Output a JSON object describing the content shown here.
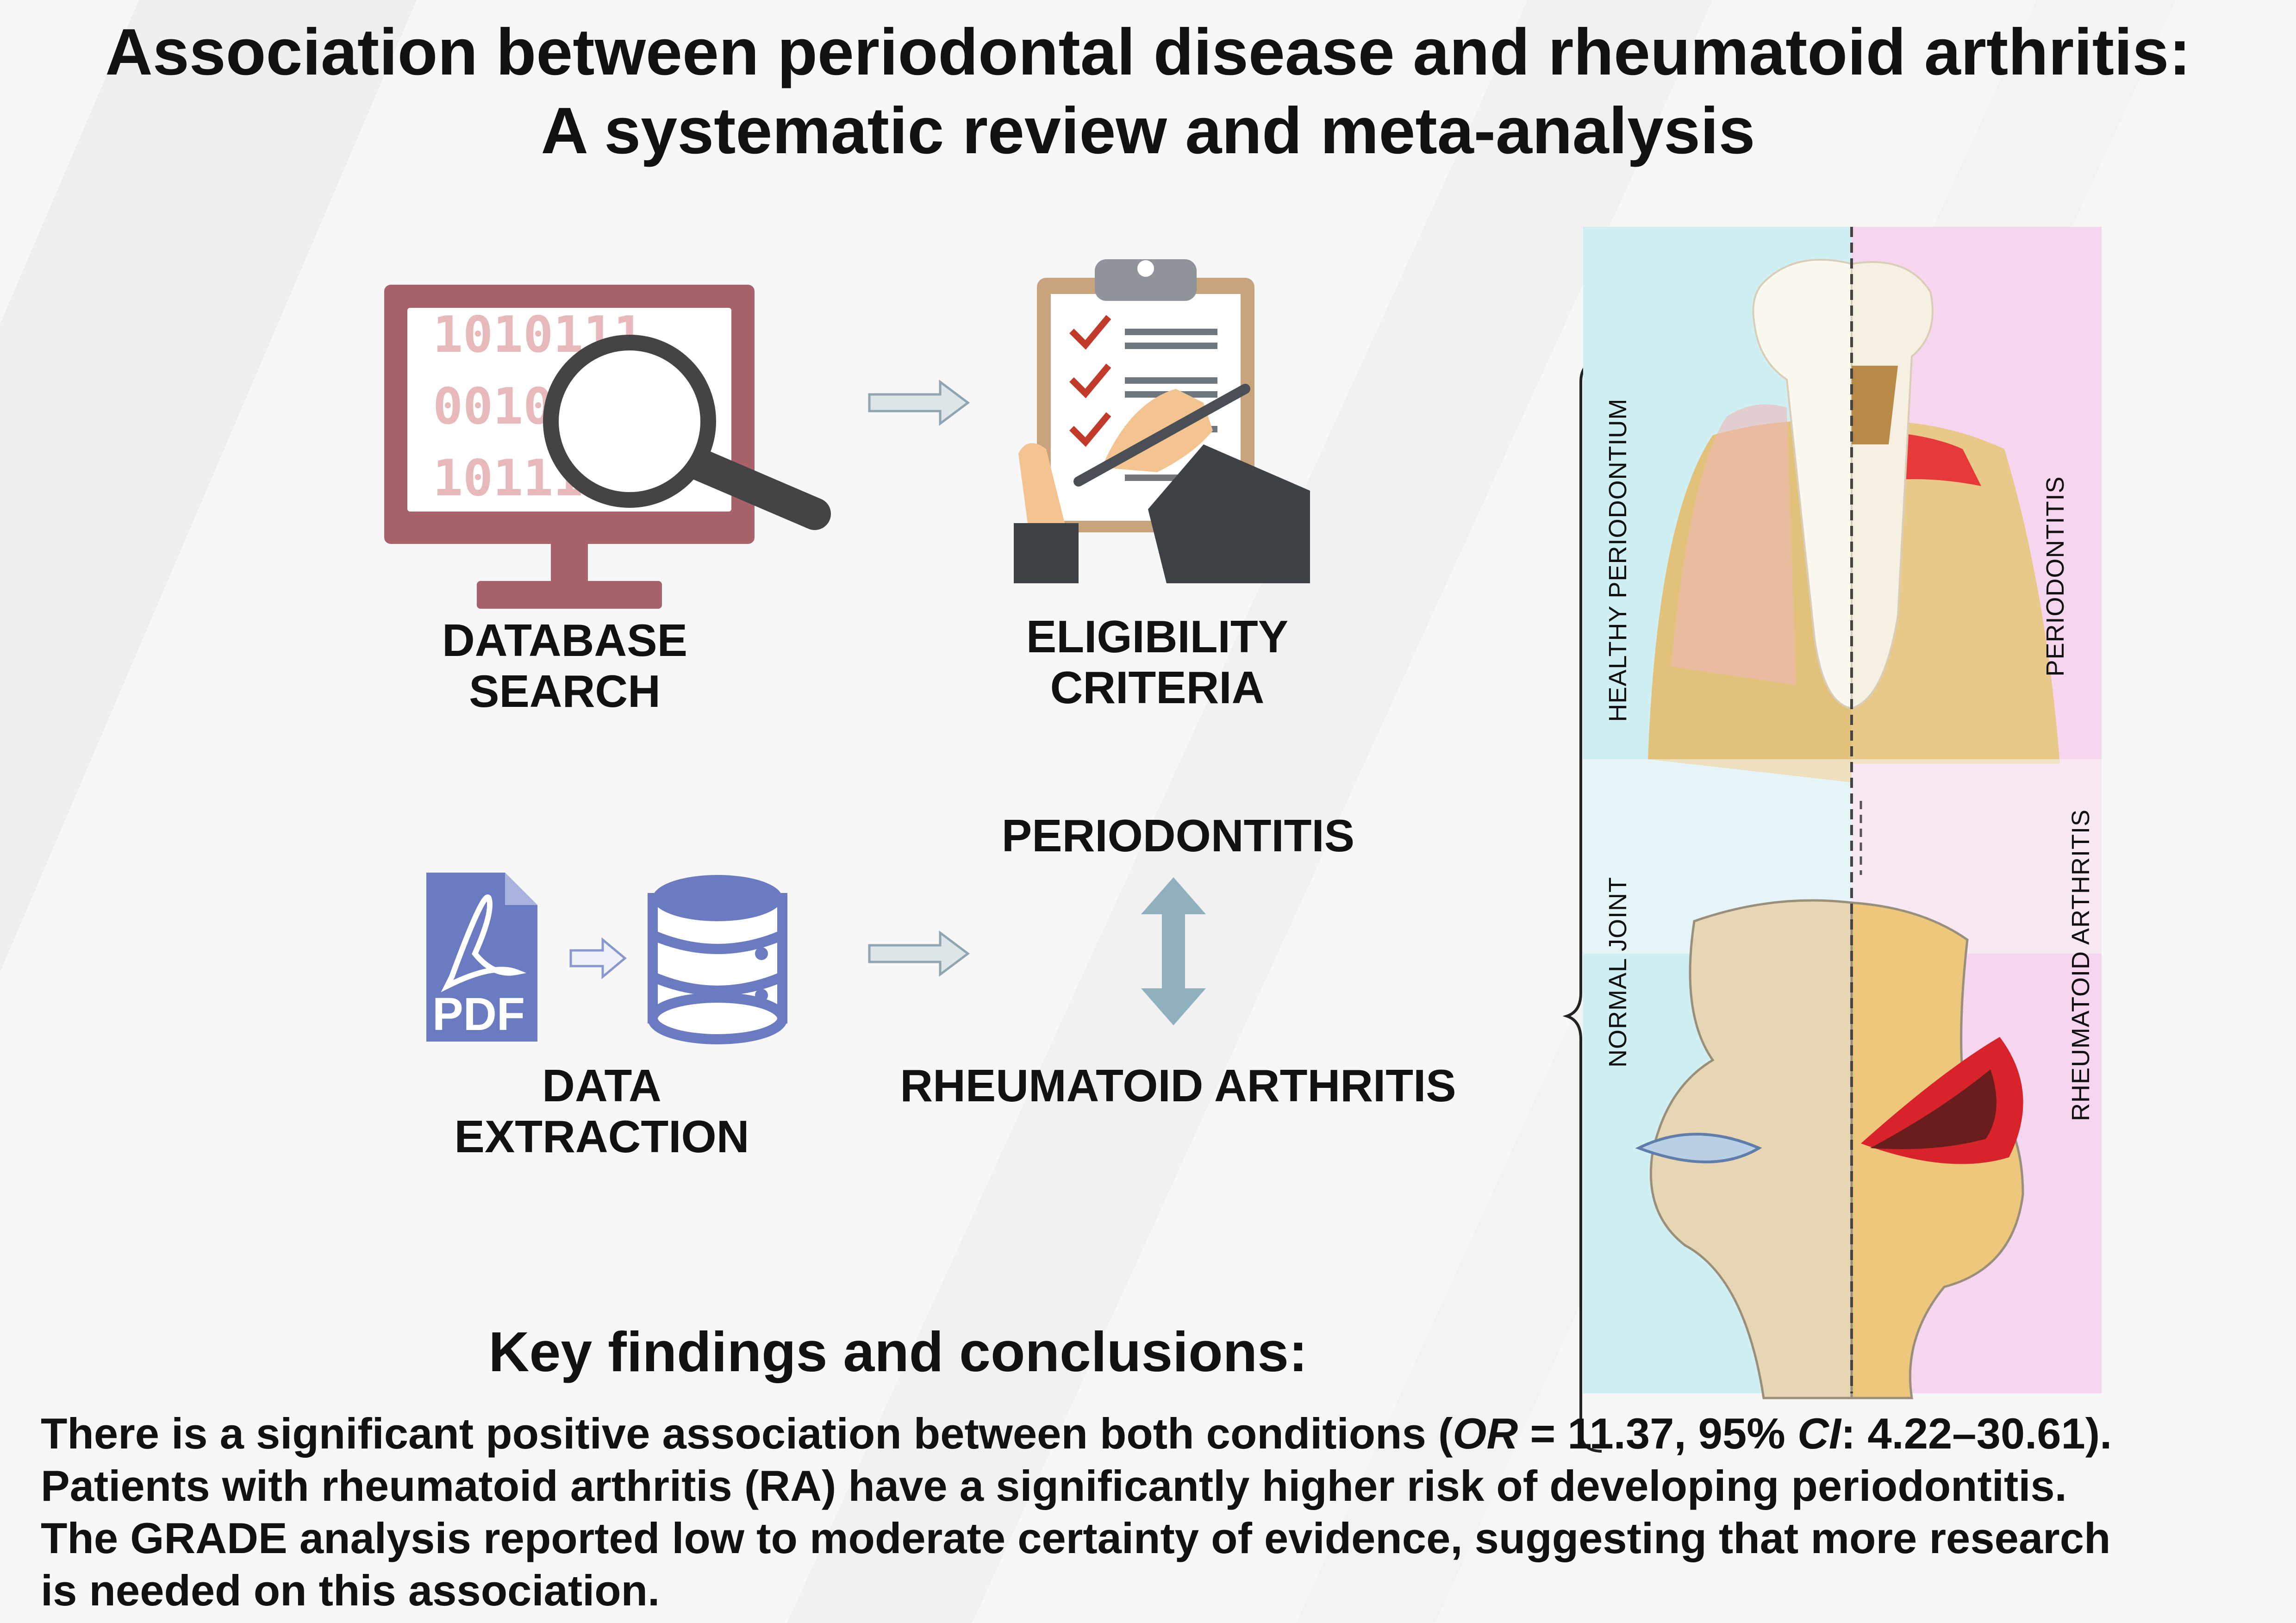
{
  "title": {
    "line1": "Association between periodontal disease and rheumatoid arthritis:",
    "line2": "A systematic review and meta-analysis"
  },
  "steps": {
    "database_search": {
      "line1": "DATABASE",
      "line2": "SEARCH",
      "binary_lines": [
        "1010111",
        "001011",
        "1011111"
      ]
    },
    "eligibility": {
      "line1": "ELIGIBILITY",
      "line2": "CRITERIA"
    },
    "data_extraction": {
      "line1": "DATA",
      "line2": "EXTRACTION",
      "pdf_label": "PDF"
    }
  },
  "association": {
    "top": "PERIODONTITIS",
    "bottom": "RHEUMATOID ARTHRITIS"
  },
  "side_panel": {
    "healthy_periodontium": "HEALTHY PERIODONTIUM",
    "periodontitis": "PERIODONTITIS",
    "normal_joint": "NORMAL JOINT",
    "rheumatoid_arthritis": "RHEUMATOID ARTHRITIS"
  },
  "findings": {
    "heading": "Key findings and conclusions:",
    "sentence1_a": "There is a significant positive association between both conditions (",
    "or_label": "OR",
    "or_value": " = 11.37, 95% ",
    "ci_label": "CI",
    "ci_value": ": 4.22–30.61).",
    "sentence2": "Patients with rheumatoid arthritis (RA) have a significantly higher risk of developing periodontitis.",
    "sentence3_a": "The GRADE analysis reported low to moderate certainty of evidence, suggesting that more research",
    "sentence3_b": "is needed on this association."
  },
  "colors": {
    "monitor": "#a8636a",
    "binary_text": "#e7b9bb",
    "pdf_blue": "#6b7bc2",
    "arrow_fill": "#dde5e9",
    "arrow_stroke": "#8fa5b1",
    "double_arrow": "#8fb0bc",
    "healthy_bg": "#cfeff3",
    "disease_bg": "#f6d6ef"
  }
}
